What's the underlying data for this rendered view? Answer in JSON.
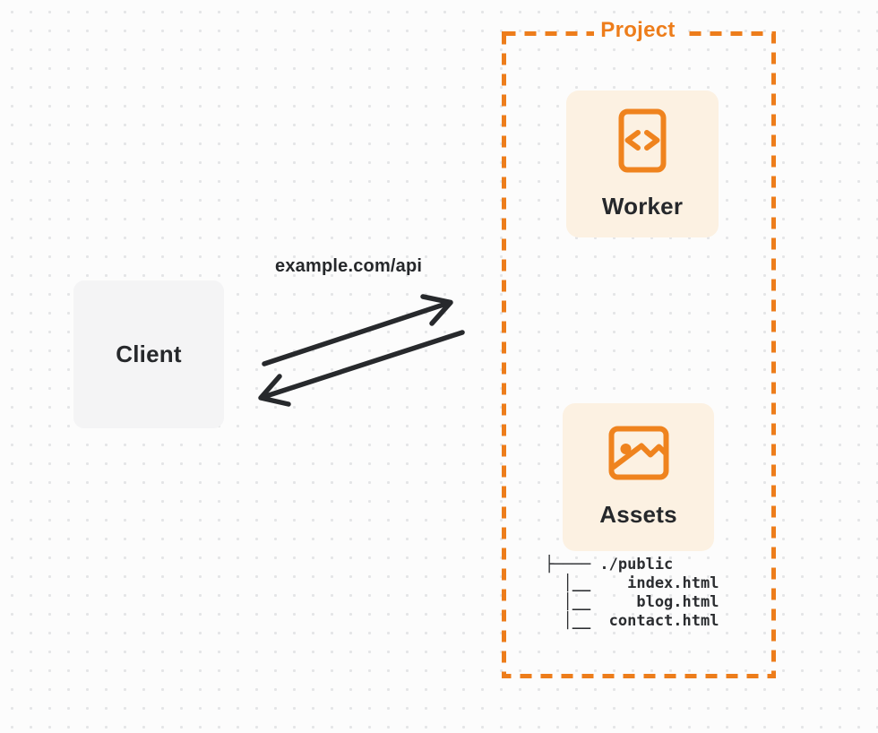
{
  "colors": {
    "accent_orange": "#EE8222",
    "card_cream": "#FCF1E2",
    "card_gray": "#F4F4F5",
    "ink": "#26282B",
    "arrow_ink": "#27292C",
    "page_bg": "#FCFCFC",
    "dot_grid": "#E4E5E7"
  },
  "diagram": {
    "client": {
      "label": "Client"
    },
    "request_label": "example.com/api",
    "project": {
      "label": "Project",
      "worker": {
        "label": "Worker",
        "icon": "code-file-icon"
      },
      "assets": {
        "label": "Assets",
        "icon": "image-icon"
      },
      "file_tree": [
        "├──── ./public",
        "  │__    index.html",
        "  │__     blog.html",
        "  │__  contact.html"
      ]
    }
  }
}
